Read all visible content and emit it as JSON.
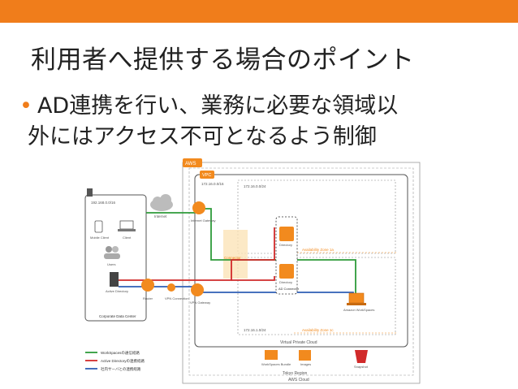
{
  "slide": {
    "accent": "#f07d1b",
    "title": "利用者へ提供する場合のポイント",
    "bullet_line1": "AD連携を行い、業務に必要な領域以",
    "bullet_line2": "外にはアクセス不可となるよう制御"
  },
  "diagram": {
    "aws_badge": "AWS",
    "vpc_badge": "VPC",
    "vpc_cidr": "172.16.0.0/16",
    "subnet_top": "172.16.0.0/24",
    "subnet_bottom": "172.16.1.0/24",
    "az_a": "Availability Zone 1a",
    "az_c": "Availability Zone 1c",
    "dc_cidr": "192.168.0.0/16",
    "dc_label": "Corporate Data Center",
    "mobile_client": "Mobile Client",
    "client": "Client",
    "users": "Users",
    "active_directory": "Active Directory",
    "router": "Router",
    "vpn_connection": "VPN Connection",
    "internet": "Internet",
    "internet_gateway": "Internet Gateway",
    "vpn_gateway": "VPN Gateway",
    "directory_top": "Directory",
    "directory_bottom": "Directory",
    "ad_connector": "AD Connector",
    "connector_label": "Connector",
    "workspaces": "Amazon WorkSpaces",
    "vpc_label": "Virtual Private Cloud",
    "bundle": "WorkSpaces Bundle",
    "images": "Images",
    "snapshot": "Snapshot",
    "region": "Tokyo Region",
    "aws_cloud": "AWS Cloud",
    "legend": [
      {
        "label": "WorkSpacesの通信経路",
        "color": "#2e9b3a"
      },
      {
        "label": "Active Directoryの連携経路",
        "color": "#d12a2a"
      },
      {
        "label": "社内サーバとの連携経路",
        "color": "#2f5fb5"
      }
    ],
    "colors": {
      "orange": "#f28a1e",
      "green": "#2e9b3a",
      "red": "#d12a2a",
      "blue": "#2f5fb5",
      "dark": "#555555"
    }
  }
}
